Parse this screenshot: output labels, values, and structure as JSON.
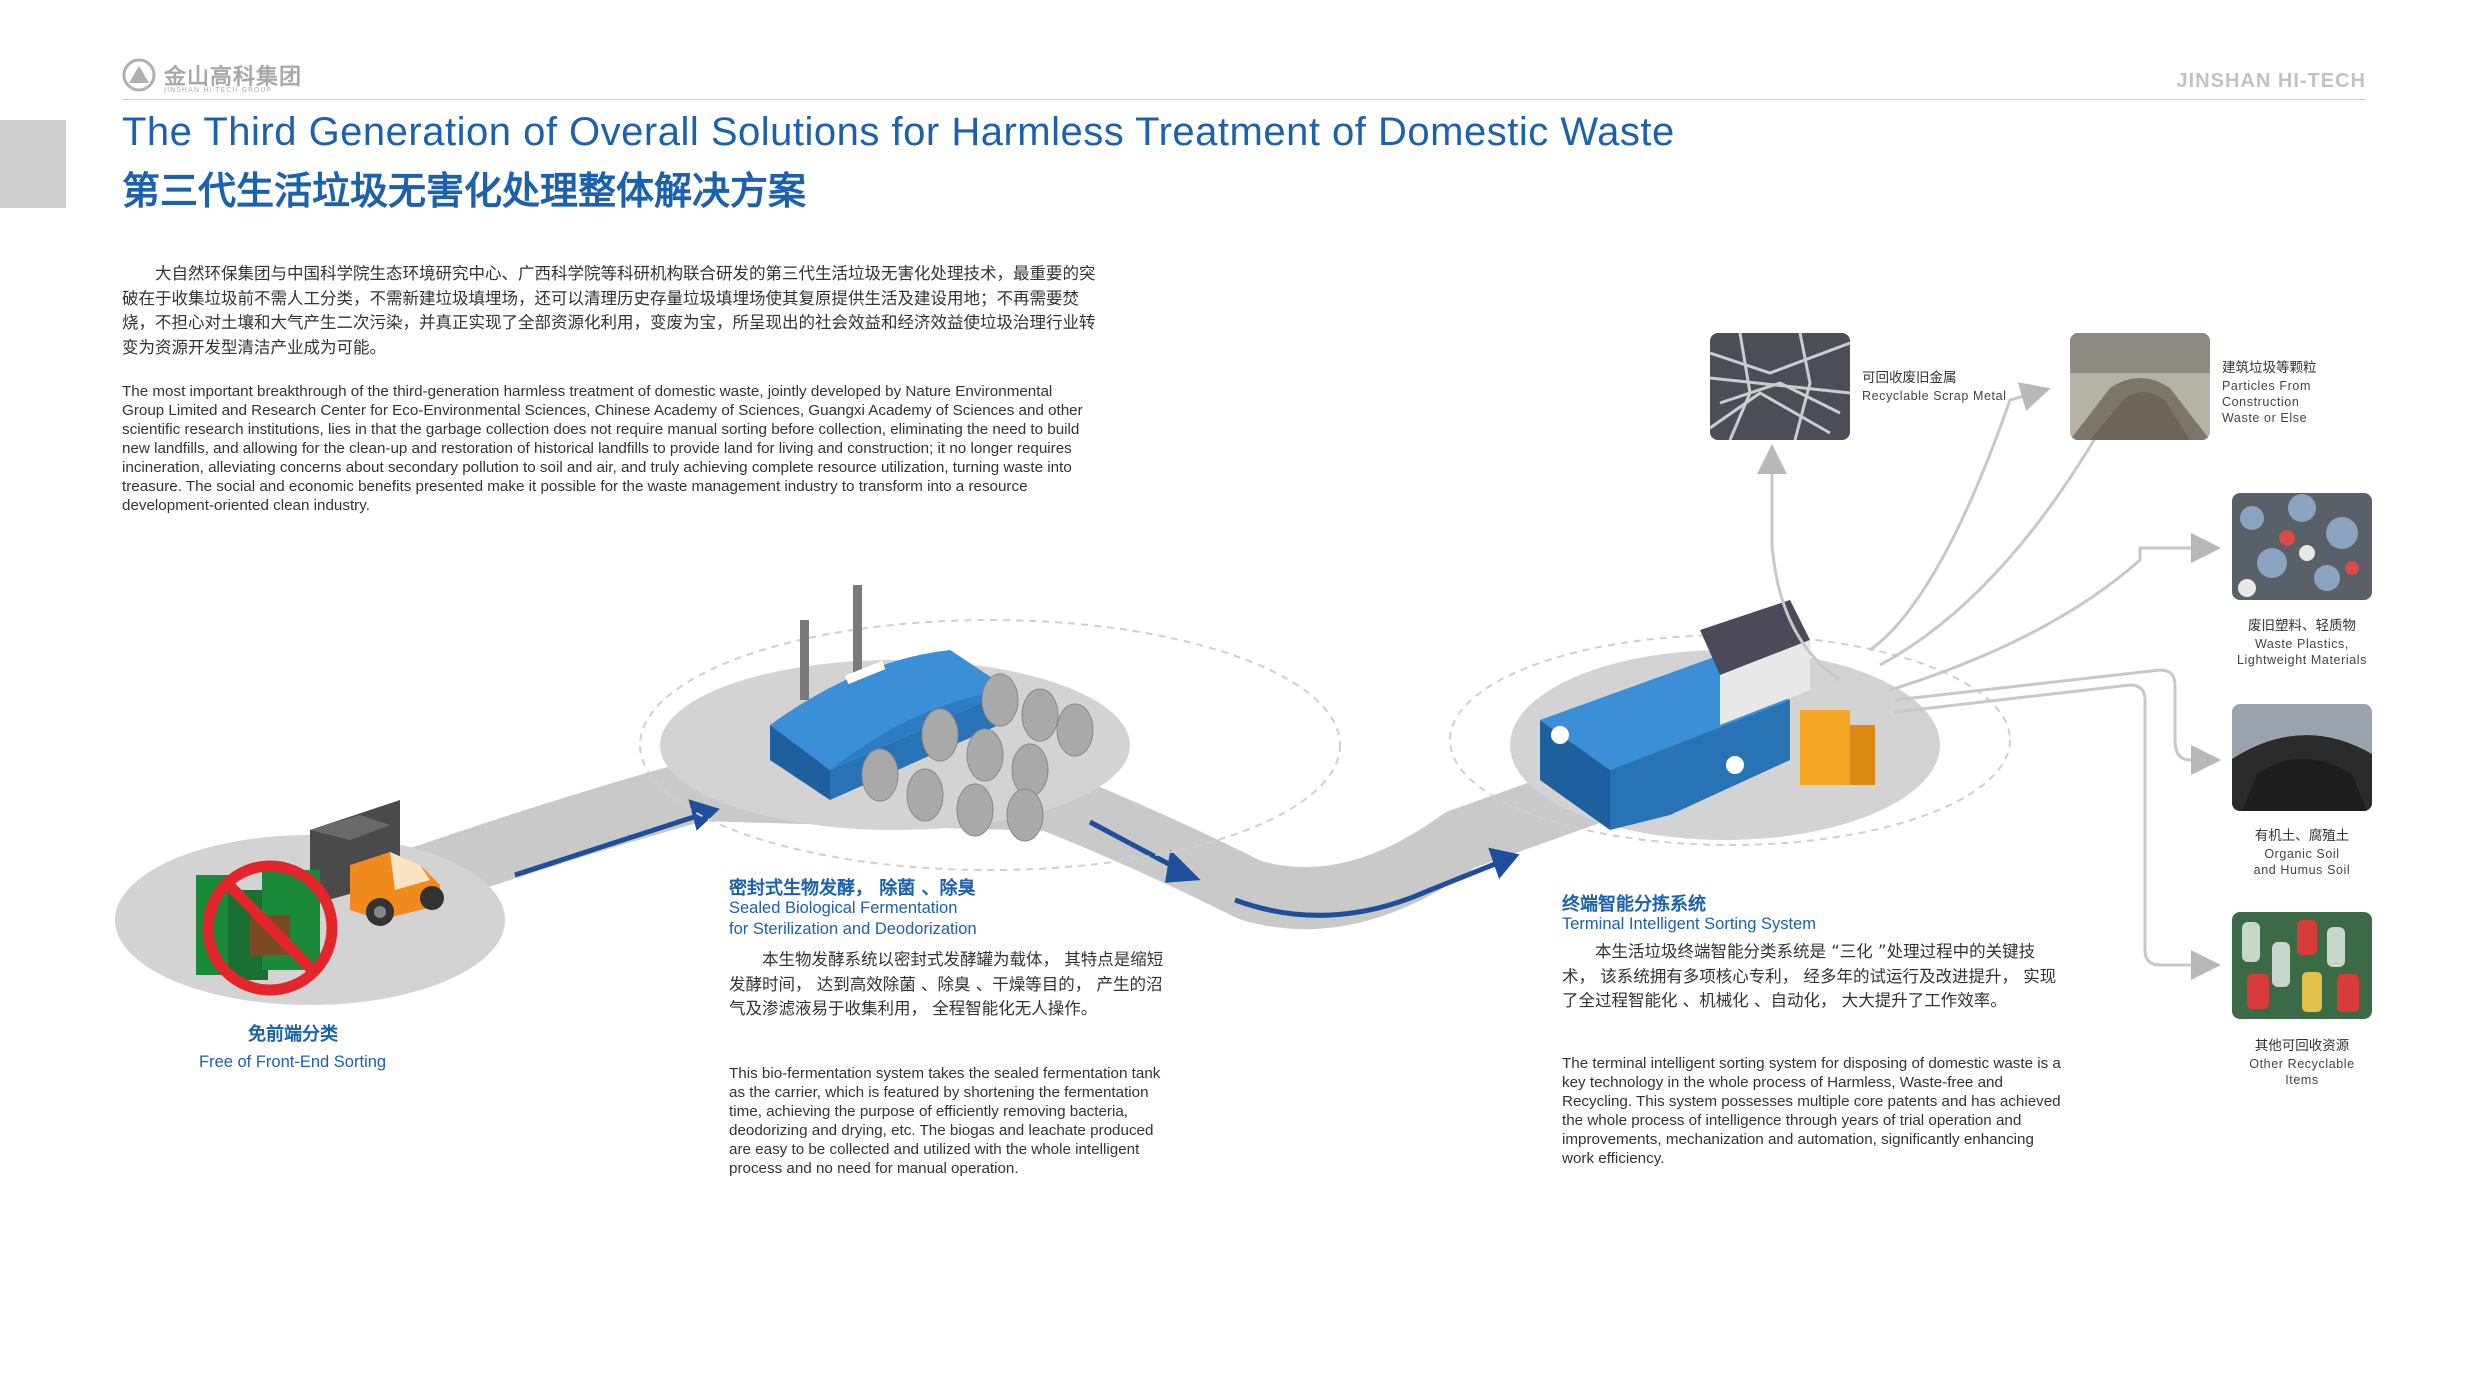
{
  "header": {
    "logo_text": "金山高科集团",
    "logo_subtext": "JINSHAN HI-TECH GROUP",
    "brand": "JINSHAN HI-TECH"
  },
  "title": {
    "en": "The Third Generation of Overall Solutions for Harmless Treatment of Domestic Waste",
    "zh": "第三代生活垃圾无害化处理整体解决方案"
  },
  "intro": {
    "zh": "大自然环保集团与中国科学院生态环境研究中心、广西科学院等科研机构联合研发的第三代生活垃圾无害化处理技术，最重要的突破在于收集垃圾前不需人工分类，不需新建垃圾填埋场，还可以清理历史存量垃圾填埋场使其复原提供生活及建设用地；不再需要焚烧，不担心对土壤和大气产生二次污染，并真正实现了全部资源化利用，变废为宝，所呈现出的社会效益和经济效益使垃圾治理行业转变为资源开发型清洁产业成为可能。",
    "en": "The most important breakthrough of the third-generation harmless treatment of domestic waste, jointly developed by Nature Environmental Group Limited and Research Center for Eco-Environmental Sciences, Chinese Academy of Sciences, Guangxi Academy of Sciences and other scientific research institutions, lies in that the garbage collection does not require manual sorting before collection, eliminating the need to build new landfills, and allowing for the clean-up and restoration of historical landfills to provide land for living and construction; it no longer requires incineration, alleviating concerns about secondary pollution to soil and air, and truly achieving complete resource utilization, turning waste into treasure. The social and economic benefits presented make it possible for the waste management industry to transform into a resource development-oriented clean industry."
  },
  "stages": {
    "front": {
      "zh": "免前端分类",
      "en": "Free of Front-End Sorting"
    },
    "fermentation": {
      "zh": "密封式生物发酵， 除菌 、除臭",
      "en_line1": "Sealed Biological Fermentation",
      "en_line2": "for Sterilization and Deodorization",
      "body_zh": "本生物发酵系统以密封式发酵罐为载体， 其特点是缩短发酵时间， 达到高效除菌 、除臭 、干燥等目的， 产生的沼气及渗滤液易于收集利用， 全程智能化无人操作。",
      "body_en": "This bio-fermentation system takes the sealed fermentation tank as the carrier, which is featured by shortening the fermentation time, achieving the purpose of efficiently removing bacteria, deodorizing and drying, etc. The biogas and leachate produced are easy to be collected and utilized with the whole intelligent process and no need for manual operation."
    },
    "sorting": {
      "zh": "终端智能分拣系统",
      "en": "Terminal Intelligent Sorting System",
      "body_zh": "本生活垃圾终端智能分类系统是 “三化 ”处理过程中的关键技术， 该系统拥有多项核心专利， 经多年的试运行及改进提升， 实现了全过程智能化 、机械化 、自动化， 大大提升了工作效率。",
      "body_en": "The terminal intelligent sorting system for disposing of domestic waste is a key technology in the whole process of Harmless, Waste-free and Recycling. This system possesses multiple core patents and has achieved the whole process of intelligence through years of trial operation and improvements, mechanization and automation, significantly enhancing work efficiency."
    }
  },
  "outputs": [
    {
      "zh": "可回收废旧金属",
      "en": [
        "Recyclable Scrap Metal"
      ],
      "photo": "scrap-metal-photo"
    },
    {
      "zh": "建筑垃圾等颗粒",
      "en": [
        "Particles From",
        "Construction",
        "Waste or Else"
      ],
      "photo": "construction-particles-photo"
    },
    {
      "zh": "废旧塑料、轻质物",
      "en": [
        "Waste Plastics,",
        "Lightweight Materials"
      ],
      "photo": "waste-plastics-photo"
    },
    {
      "zh": "有机土、腐殖土",
      "en": [
        "Organic Soil",
        "and Humus Soil"
      ],
      "photo": "organic-soil-photo"
    },
    {
      "zh": "其他可回收资源",
      "en": [
        "Other Recyclable",
        "Items"
      ],
      "photo": "other-recyclables-photo"
    }
  ],
  "colors": {
    "accent_blue": "#1b61ad",
    "road_gray": "#c9c9c9",
    "platform_gray": "#d6d6d6",
    "arrow_navy": "#1f4e9c",
    "building_blue": "#2e7dc4",
    "truck_orange": "#f08a1c",
    "bin_green": "#1a8a3a",
    "prohibit_red": "#e3262b"
  }
}
